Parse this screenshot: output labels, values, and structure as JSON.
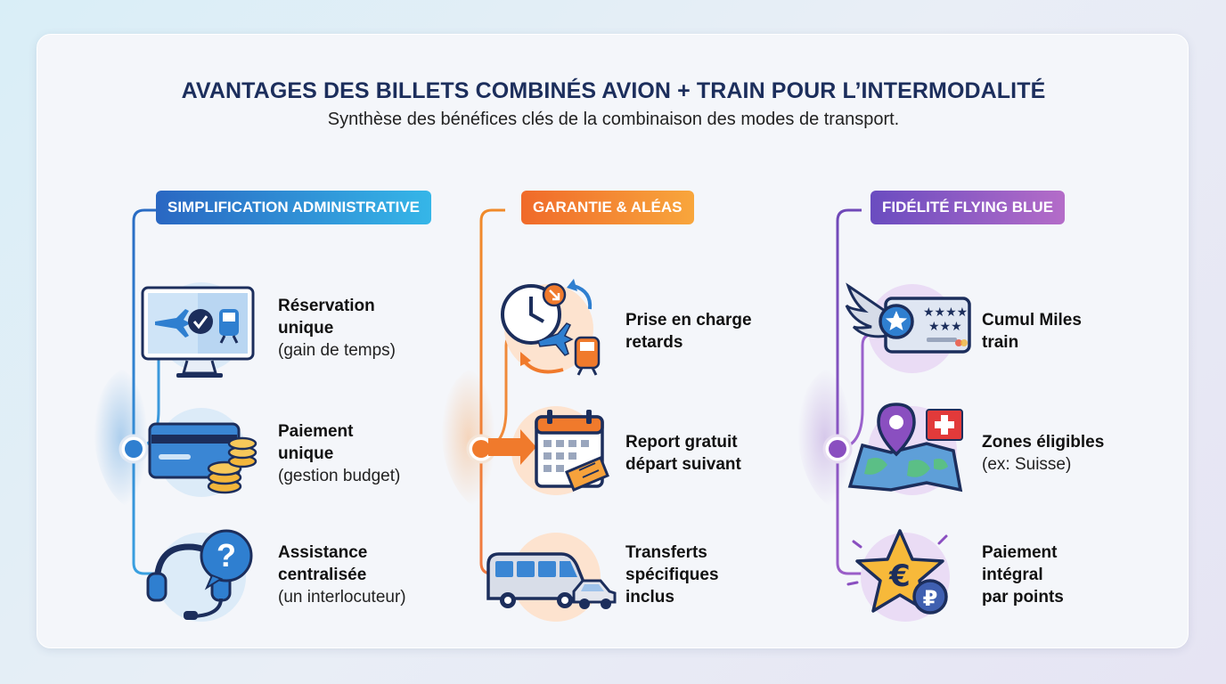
{
  "header": {
    "title": "AVANTAGES DES BILLETS COMBINÉS AVION + TRAIN POUR L’INTERMODALITÉ",
    "subtitle": "Synthèse des bénéfices clés de la combinaison des modes de transport."
  },
  "colors": {
    "blue": "#2f7fd0",
    "orange": "#f07a2c",
    "purple": "#8a4fc0",
    "navy": "#1c2e5c"
  },
  "columns": [
    {
      "heading": "SIMPLIFICATION ADMINISTRATIVE",
      "items": [
        {
          "icon": "monitor-plane-train-icon",
          "l1": "Réservation",
          "l2": "unique",
          "l3": "(gain de temps)"
        },
        {
          "icon": "card-coins-icon",
          "l1": "Paiement",
          "l2": "unique",
          "l3": "(gestion budget)"
        },
        {
          "icon": "headset-question-icon",
          "l1": "Assistance",
          "l2": "centralisée",
          "l3": "(un interlocuteur)"
        }
      ]
    },
    {
      "heading": "GARANTIE & ALÉAS",
      "items": [
        {
          "icon": "clock-plane-train-icon",
          "l1": "Prise en charge",
          "l2": "retards"
        },
        {
          "icon": "calendar-ticket-icon",
          "l1": "Report gratuit",
          "l2": "départ suivant"
        },
        {
          "icon": "van-car-icon",
          "l1": "Transferts",
          "l2": "spécifiques",
          "l3": "inclus"
        }
      ]
    },
    {
      "heading": "FIDÉLITÉ FLYING BLUE",
      "items": [
        {
          "icon": "winged-card-icon",
          "l1": "Cumul Miles",
          "l2": "train"
        },
        {
          "icon": "map-pin-flag-icon",
          "l1": "Zones éligibles",
          "l2": "(ex: Suisse)"
        },
        {
          "icon": "star-euro-points-icon",
          "l1": "Paiement",
          "l2": "intégral",
          "l3": "par points"
        }
      ]
    }
  ],
  "glyphs": {
    "question": "?",
    "euro": "€",
    "points": "₽"
  }
}
